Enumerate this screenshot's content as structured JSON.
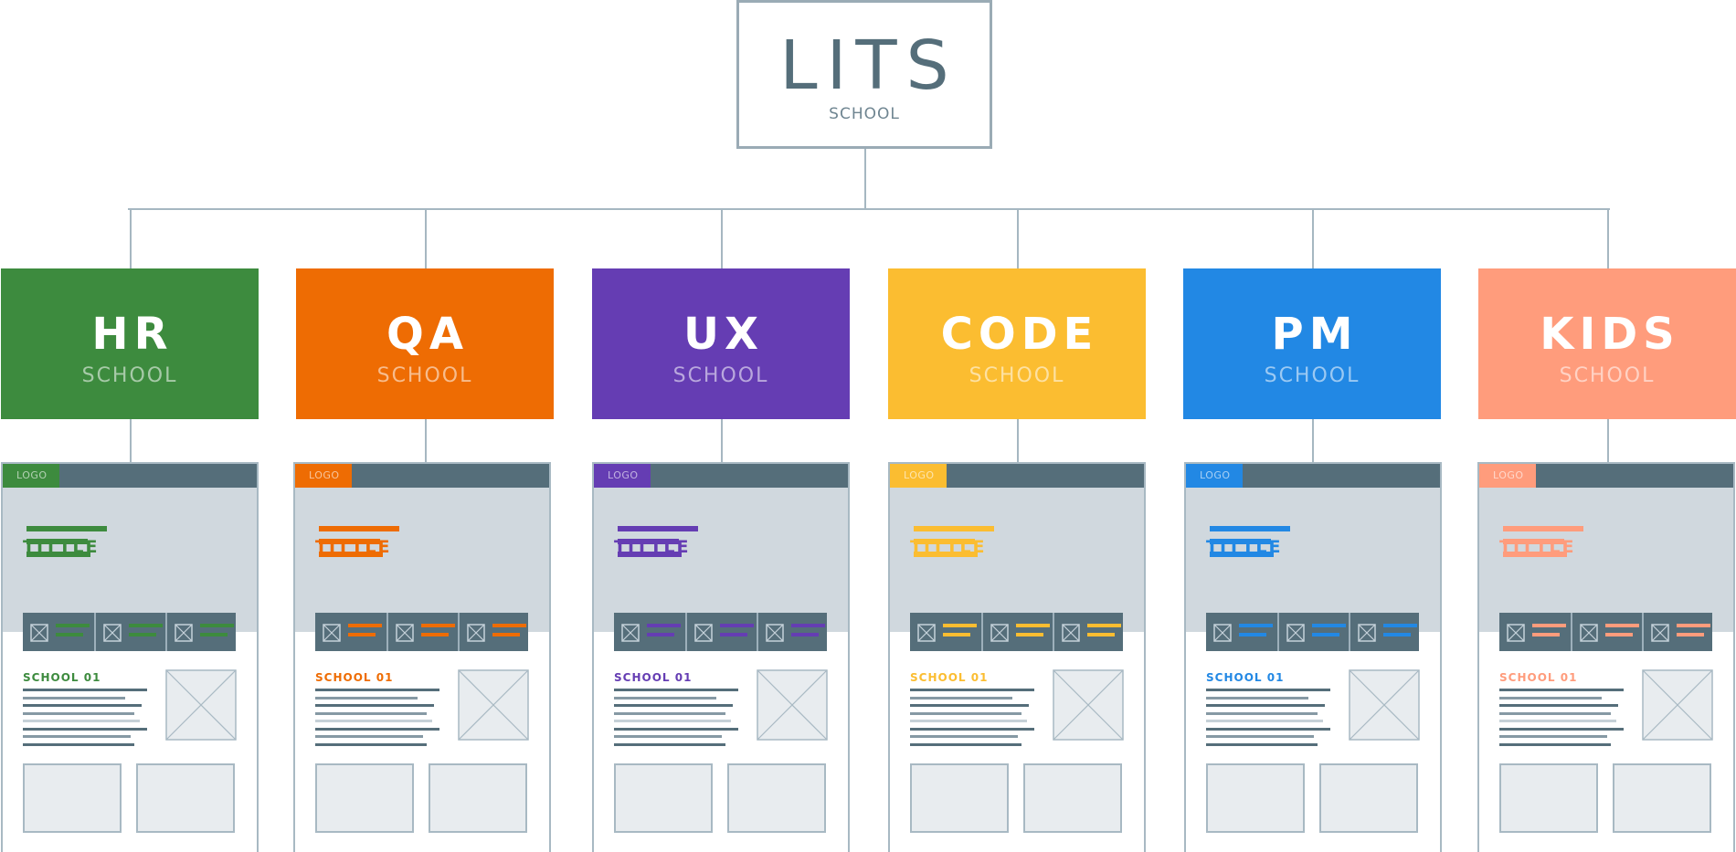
{
  "root": {
    "title": "LITS",
    "subtitle": "SCHOOL"
  },
  "schools": [
    {
      "name": "HR",
      "subtitle": "SCHOOL",
      "color": "#3d8b3e",
      "logo": "LOGO",
      "title": "TITTLE",
      "school_label": "SCHOOL 01"
    },
    {
      "name": "QA",
      "subtitle": "SCHOOL",
      "color": "#ee6c03",
      "logo": "LOGO",
      "title": "TITTLE",
      "school_label": "SCHOOL 01"
    },
    {
      "name": "UX",
      "subtitle": "SCHOOL",
      "color": "#653db3",
      "logo": "LOGO",
      "title": "TITTLE",
      "school_label": "SCHOOL 01"
    },
    {
      "name": "CODE",
      "subtitle": "SCHOOL",
      "color": "#fbbd31",
      "logo": "LOGO",
      "title": "TITTLE",
      "school_label": "SCHOOL 01"
    },
    {
      "name": "PM",
      "subtitle": "SCHOOL",
      "color": "#2288e4",
      "logo": "LOGO",
      "title": "TITTLE",
      "school_label": "SCHOOL 01"
    },
    {
      "name": "KIDS",
      "subtitle": "SCHOOL",
      "color": "#ff9c7c",
      "logo": "LOGO",
      "title": "TITTLE",
      "school_label": "SCHOOL 01"
    }
  ],
  "colors": {
    "line": "#a6b7c1",
    "slate": "#556e7a",
    "hero": "#d0d8de",
    "placeholder": "#e8ecef"
  }
}
